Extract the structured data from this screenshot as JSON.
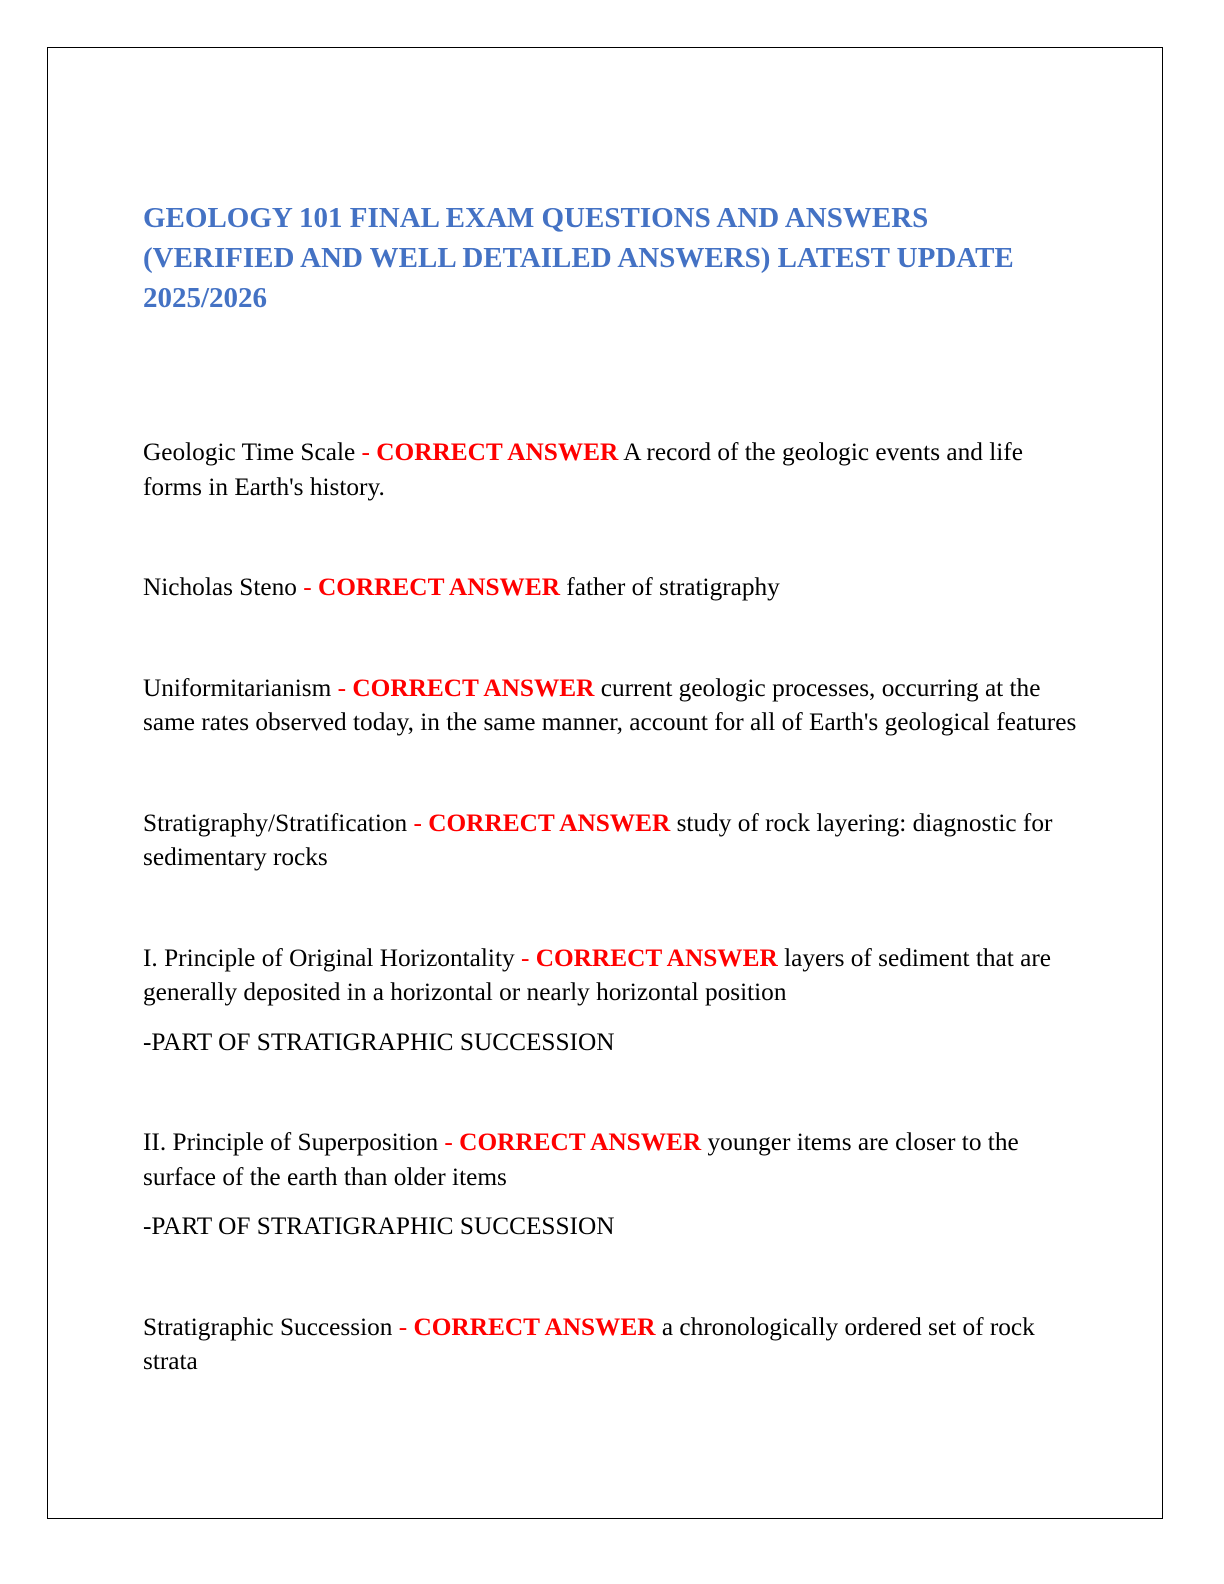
{
  "document": {
    "title": "GEOLOGY 101 FINAL EXAM QUESTIONS AND ANSWERS (VERIFIED AND WELL DETAILED ANSWERS) LATEST UPDATE 2025/2026",
    "separator": " - ",
    "answer_label": "CORRECT ANSWER",
    "colors": {
      "title": "#4472c4",
      "answer_label": "#ff0000",
      "text": "#000000"
    },
    "entries": [
      {
        "term": "Geologic Time Scale",
        "answer": "A record of the geologic events and life forms in Earth's history."
      },
      {
        "term": "Nicholas Steno",
        "answer": "father of stratigraphy"
      },
      {
        "term": "Uniformitarianism",
        "answer": "current geologic processes, occurring at the same rates observed today, in the same manner, account for all of Earth's geological features"
      },
      {
        "term": "Stratigraphy/Stratification",
        "answer": "study of rock layering: diagnostic for sedimentary rocks"
      },
      {
        "term": "I. Principle of Original Horizontality",
        "answer": "layers of sediment that are generally deposited in a horizontal or nearly horizontal position",
        "note": "-PART OF STRATIGRAPHIC SUCCESSION"
      },
      {
        "term": "II. Principle of Superposition",
        "answer": "younger items are closer to the surface of the earth than older items",
        "note": "-PART OF STRATIGRAPHIC SUCCESSION"
      },
      {
        "term": "Stratigraphic Succession",
        "answer": "a chronologically ordered set of rock strata"
      }
    ]
  }
}
